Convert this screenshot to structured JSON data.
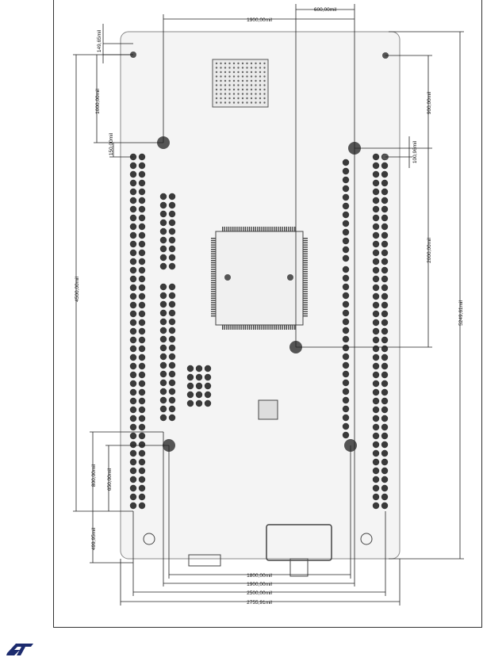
{
  "dimensions": {
    "top_width": "1900,00mil",
    "top_offset": "600,00mil",
    "left_top_small": "149,65mil",
    "left_1000": "1000,00mil",
    "left_150": "150,00mil",
    "left_4500": "4500,00mil",
    "left_800": "800,00mil",
    "left_650": "650,00mil",
    "left_bottom": "499,95mil",
    "right_900": "900,00mil",
    "right_100": "100,96mil",
    "right_2000": "2000,00mil",
    "right_total": "5249,61mil",
    "bottom_1800": "1800,00mil",
    "bottom_1900": "1900,00mil",
    "bottom_2500": "2500,00mil",
    "bottom_2755": "2755,91mil"
  },
  "colors": {
    "board": "#f4f4f4",
    "pad": "#3a3a3a",
    "line": "#222222",
    "hole": "#555555",
    "logo": "#1c2b6e"
  },
  "logo": {
    "icon": "st-logo-icon"
  }
}
